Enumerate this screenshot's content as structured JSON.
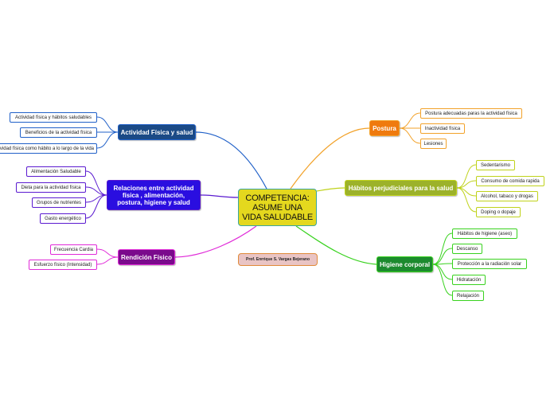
{
  "center": {
    "title": "COMPETENCIA: ASUME UNA VIDA SALUDABLE"
  },
  "author": "Prof. Enrrique S. Vargas Bejerano",
  "colors": {
    "actividad": "#2060c8",
    "relaciones": "#5a1ad0",
    "rendicion": "#e02ad8",
    "postura": "#f2a22a",
    "habitos": "#bfd21a",
    "higiene": "#38d21e"
  },
  "branches": {
    "actividad": {
      "label": "Actividad Física y salud",
      "fill": "#1b4a86",
      "items": [
        "Actividad física y hábitos saludables",
        "Beneficios de la actividad física",
        "Actividad física como hábito a lo largo de la vida"
      ]
    },
    "relaciones": {
      "label": "Relaciones entre actividad física , alimentación, postura, higiene y salud",
      "fill": "#2a0ee0",
      "items": [
        "Alimentación Saludable",
        "Dieta para la actividad física",
        "Grupos de nutrientes",
        "Gasto energético"
      ]
    },
    "rendicion": {
      "label": "Rendición Físico",
      "fill": "#7a0a8c",
      "items": [
        "Frecuencia Cardia",
        "Esfuerzo físico (Intensidad)"
      ]
    },
    "postura": {
      "label": "Postura",
      "fill": "#ef7a0e",
      "items": [
        "Postura adecuadas paras la actividad física",
        "Inactividad física",
        "Lesiones"
      ]
    },
    "habitos": {
      "label": "Hábitos perjudiciales para la salud",
      "fill": "#9cb22a",
      "items": [
        "Sedentarismo",
        "Consumo de comida rapida",
        "Alcohol, tabaco y drogas",
        "Doping o dopaje"
      ]
    },
    "higiene": {
      "label": "Higiene corporal",
      "fill": "#1c8a2e",
      "items": [
        "Hábitos de higiene (aseo)",
        "Descanso",
        "Protección a la radiación solar",
        "Hidratación",
        "Relajación"
      ]
    }
  }
}
